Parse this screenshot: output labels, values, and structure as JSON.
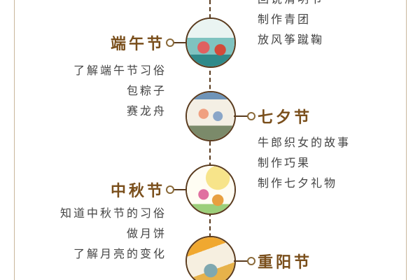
{
  "colors": {
    "line": "#5a3b1e",
    "title": "#7a4f1c",
    "text": "#444444"
  },
  "top_activities": [
    "回说清明节",
    "制作青团",
    "放风筝蹴鞠"
  ],
  "festivals": [
    {
      "name": "端午节",
      "icon": "dragon-boat-illustration",
      "activities": [
        "了解端午节习俗",
        "包粽子",
        "赛龙舟"
      ]
    },
    {
      "name": "七夕节",
      "icon": "cowherd-weaver-illustration",
      "activities": [
        "牛郎织女的故事",
        "制作巧果",
        "制作七夕礼物"
      ]
    },
    {
      "name": "中秋节",
      "icon": "moon-festival-illustration",
      "activities": [
        "知道中秋节的习俗",
        "做月饼",
        "了解月亮的变化"
      ]
    },
    {
      "name": "重阳节",
      "icon": "elder-autumn-illustration",
      "activities": []
    }
  ]
}
